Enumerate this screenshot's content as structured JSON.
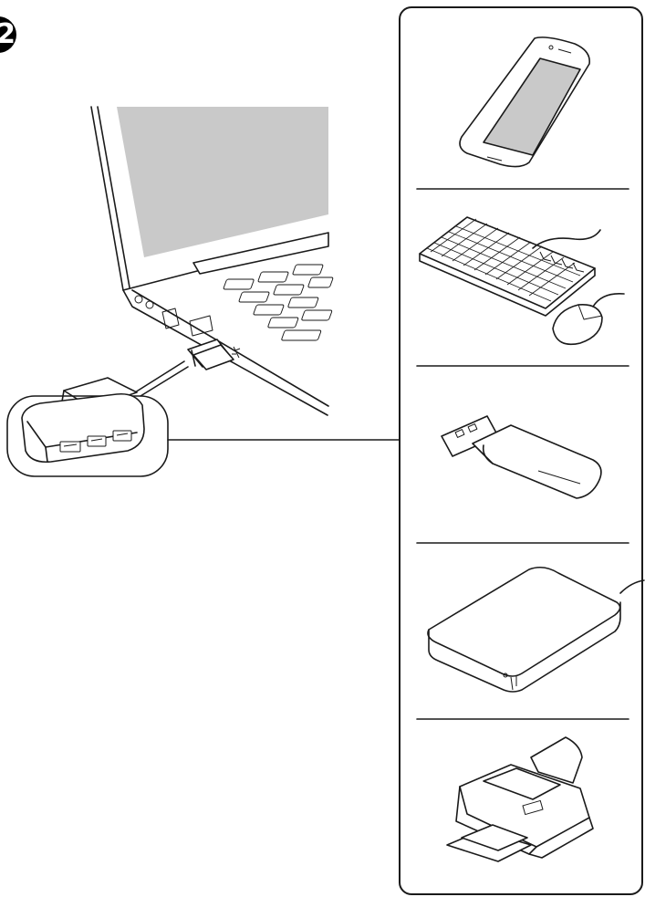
{
  "step": {
    "number": "2"
  },
  "illustration": {
    "host": "laptop",
    "adapter": "usb-hub",
    "adapter_ports": 3,
    "devices": [
      "smartphone",
      "keyboard-and-mouse",
      "usb-flash-drive",
      "external-hard-drive",
      "printer"
    ]
  },
  "colors": {
    "stroke": "#1a1a1a",
    "screen": "#c9c9c9",
    "badge": "#000000"
  },
  "icons": {
    "usb_symbol": "usb-icon",
    "hub": "usb-hub-icon",
    "laptop": "laptop-icon",
    "phone": "smartphone-icon",
    "keyboard": "keyboard-icon",
    "mouse": "mouse-icon",
    "flash": "usb-flash-drive-icon",
    "hdd": "external-hard-drive-icon",
    "printer": "printer-icon"
  }
}
